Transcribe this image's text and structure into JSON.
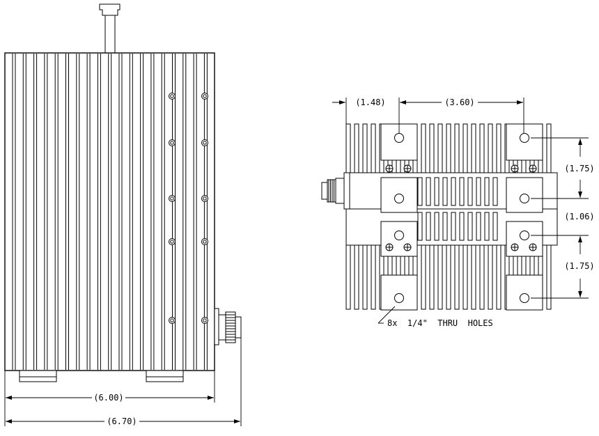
{
  "dimensions": {
    "width_6_00": "(6.00)",
    "width_6_70": "(6.70)",
    "offset_1_48": "(1.48)",
    "spacing_3_60": "(3.60)",
    "spacing_1_75_top": "(1.75)",
    "spacing_1_06": "(1.06)",
    "spacing_1_75_bottom": "(1.75)"
  },
  "notes": {
    "holes": "8x  1/4\"  THRU  HOLES"
  }
}
